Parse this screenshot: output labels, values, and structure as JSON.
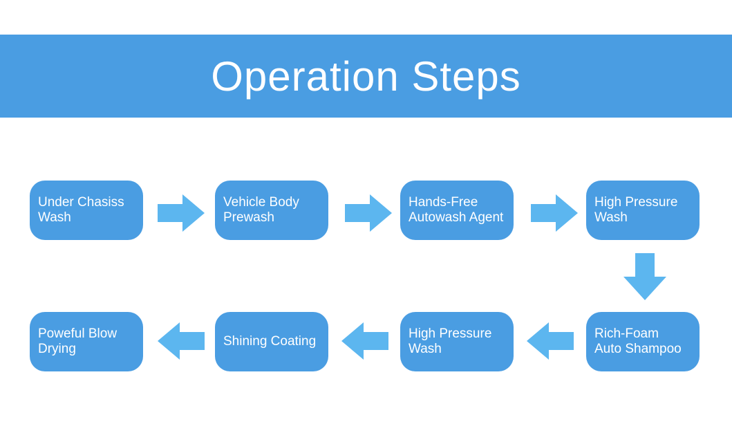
{
  "header": {
    "title": "Operation Steps"
  },
  "colors": {
    "header_band": "#4a9de2",
    "step_box": "#4a9de2",
    "arrow": "#5cb6ef",
    "text": "#ffffff"
  },
  "steps": [
    {
      "label": "Under Chasiss\nWash"
    },
    {
      "label": "Vehicle Body\nPrewash"
    },
    {
      "label": "Hands-Free\nAutowash Agent"
    },
    {
      "label": "High Pressure\nWash"
    },
    {
      "label": "Rich-Foam\nAuto Shampoo"
    },
    {
      "label": "High Pressure\nWash"
    },
    {
      "label": "Shining Coating"
    },
    {
      "label": "Poweful Blow\nDrying"
    }
  ]
}
